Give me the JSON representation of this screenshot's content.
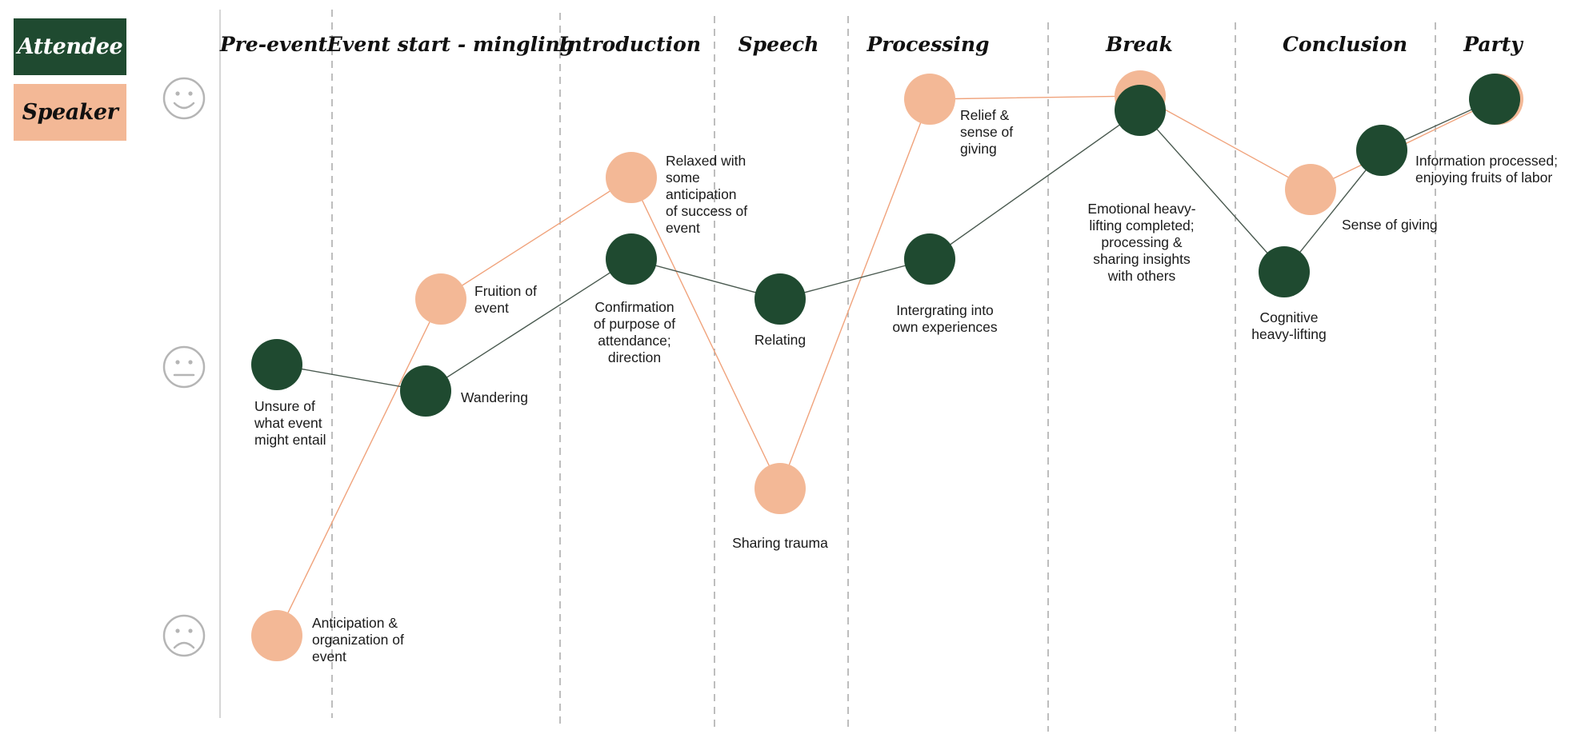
{
  "legend": {
    "attendee": "Attendee",
    "speaker": "Speaker"
  },
  "colors": {
    "attendee": "#1f4a30",
    "speaker": "#f3b896",
    "speaker_line": "#f0a37c",
    "attendee_line": "#4a5a50",
    "divider": "#9a9a9a",
    "face": "#b5b5b5"
  },
  "mood_scale": [
    "smiling-face-icon",
    "neutral-face-icon",
    "frowning-face-icon"
  ],
  "stages": [
    "Pre-event",
    "Event start - mingling",
    "Introduction",
    "Speech",
    "Processing",
    "Break",
    "Conclusion",
    "Party"
  ],
  "speaker_points": [
    {
      "label": "Anticipation & organization of event"
    },
    {
      "label": "Fruition of event"
    },
    {
      "label": "Relaxed with some anticipation of success of event"
    },
    {
      "label": "Sharing trauma"
    },
    {
      "label": "Relief & sense of giving"
    },
    {
      "label": ""
    },
    {
      "label": ""
    },
    {
      "label": ""
    }
  ],
  "attendee_points": [
    {
      "label": "Unsure of what event might entail"
    },
    {
      "label": "Wandering"
    },
    {
      "label": "Confirmation of purpose of attendance; direction"
    },
    {
      "label": "Relating"
    },
    {
      "label": "Intergrating into own experiences"
    },
    {
      "label": "Emotional heavy-lifting completed; processing & sharing insights with others"
    },
    {
      "label": "Cognitive heavy-lifting"
    },
    {
      "label": "Sense of giving"
    },
    {
      "label": "Information processed; enjoying fruits of labor"
    }
  ]
}
